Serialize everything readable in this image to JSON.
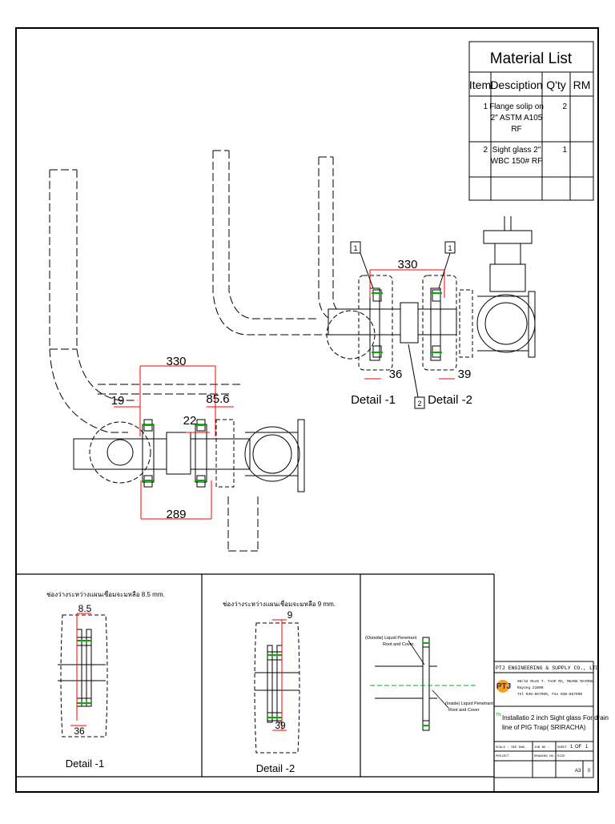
{
  "material_list": {
    "title": "Material List",
    "headers": [
      "Item",
      "Desciption",
      "Q'ty",
      "RM"
    ],
    "rows": [
      {
        "item": "1",
        "desc": [
          "Flange solip on",
          "2\" ASTM A105",
          "RF"
        ],
        "qty": "2",
        "rm": ""
      },
      {
        "item": "2",
        "desc": [
          "Sight glass 2\"",
          "WBC 150# RF"
        ],
        "qty": "1",
        "rm": ""
      },
      {
        "item": "",
        "desc": [],
        "qty": "",
        "rm": ""
      }
    ]
  },
  "dimensions": {
    "left_330": "330",
    "left_19": "19",
    "left_856": "85.6",
    "left_22": "22",
    "left_289": "289",
    "right_330": "330",
    "right_36": "36",
    "right_39": "39"
  },
  "callouts": {
    "balloon_1a": "1",
    "balloon_1b": "1",
    "balloon_2": "2"
  },
  "detail_labels": {
    "top_detail1": "Detail -1",
    "top_detail2": "Detail -2",
    "panel1_label": "Detail -1",
    "panel2_label": "Detail -2"
  },
  "panel1": {
    "note": "ช่องว่างระหว่างแผนเชื่อมจะมหลือ 8.5 mm.",
    "dim_top": "8.5",
    "dim_bottom": "36"
  },
  "panel2": {
    "note": "ช่องว่างระหว่างแผนเชื่อมจะมหลือ 9 mm.",
    "dim_top": "9",
    "dim_bottom": "39"
  },
  "panel3": {
    "outside_note": [
      "(Outside) Liquid Penetrant",
      "Root and Cover"
    ],
    "inside_note": [
      "(Inside) Liquid Penetrant",
      "Root and Cover"
    ]
  },
  "title_block": {
    "company": "PTJ ENGINEERING & SUPPLY CO., LTD",
    "logo": "PTJ",
    "address1": "99/42 Moo5 T. TAAP MA, MUANG RAYONG",
    "address2": "Rayong 21000",
    "phone": "Tel  038-867990, Fax  038-867990",
    "title_prefix": "TN",
    "title_lines": [
      "Installatio 2 inch Sight glass For drain",
      "line of PIG Trap( SRIRACHA)"
    ],
    "scale": "SCALE : SEE DWG.",
    "job": "JOB NO :",
    "sheet_label": "SHEET",
    "sheet_no": "1",
    "sheet_of": "OF",
    "sheet_total": "1",
    "project": "PROJECT",
    "drawing_no": "DRAWING NO.",
    "size_label": "SIZE",
    "size": "A3",
    "rev": "0"
  }
}
